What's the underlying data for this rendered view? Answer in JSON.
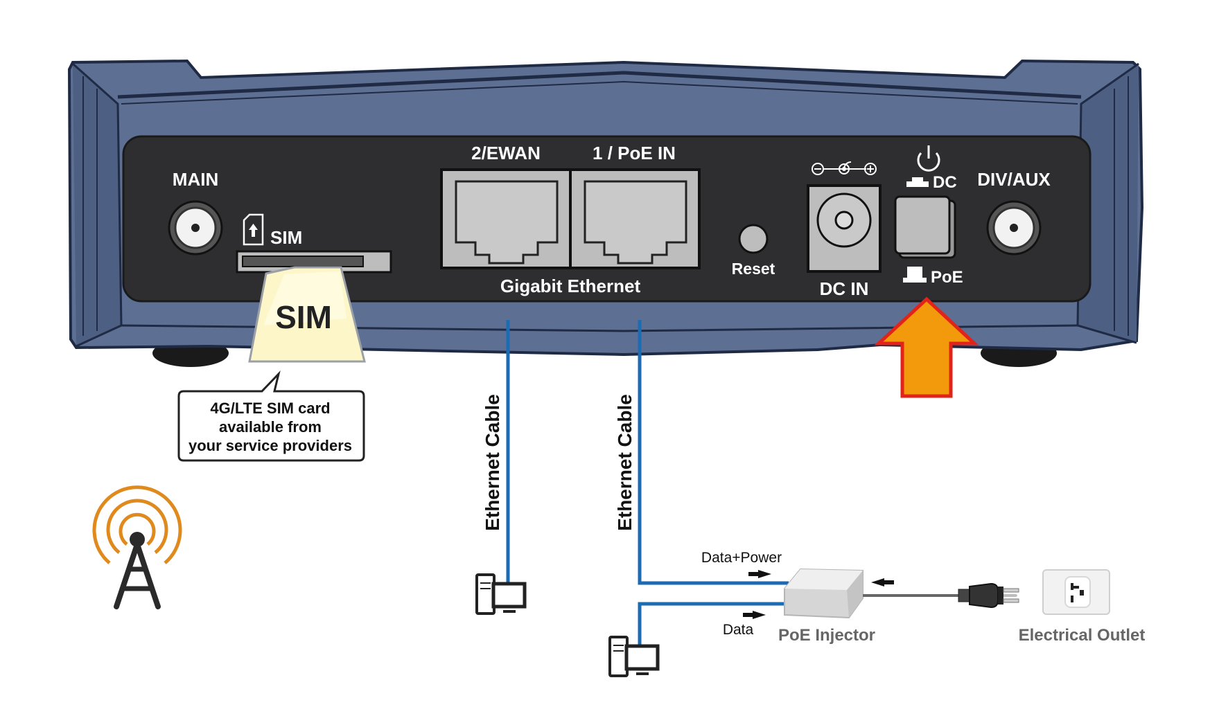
{
  "labels": {
    "main": "MAIN",
    "sim": "SIM",
    "sim_card": "SIM",
    "port_2": "2/EWAN",
    "port_1": "1 / PoE IN",
    "gigabit": "Gigabit Ethernet",
    "reset": "Reset",
    "dc_in": "DC IN",
    "dc": "DC",
    "poe": "PoE",
    "div_aux": "DIV/AUX",
    "callout_line1": "4G/LTE SIM card",
    "callout_line2": "available from",
    "callout_line3": "your service providers",
    "cable_1": "Ethernet Cable",
    "cable_2": "Ethernet Cable",
    "data_power": "Data+Power",
    "data": "Data",
    "poe_injector": "PoE Injector",
    "electrical_outlet": "Electrical Outlet"
  },
  "colors": {
    "router_body": "#5d6f93",
    "router_outline": "#1f2a44",
    "panel": "#2e2e30",
    "cable": "#1c6bb3",
    "arrow_fill": "#f39a0c",
    "arrow_stroke": "#e2231a",
    "tower": "#2a2a2a",
    "signal": "#e08a1e",
    "sim_card": "#fdf6c9"
  },
  "icons": [
    "tower-icon",
    "signal-icon",
    "computer-icon",
    "plug-icon",
    "outlet-icon",
    "power-icon",
    "polarity-icon",
    "sim-icon",
    "arrow-up-icon"
  ]
}
